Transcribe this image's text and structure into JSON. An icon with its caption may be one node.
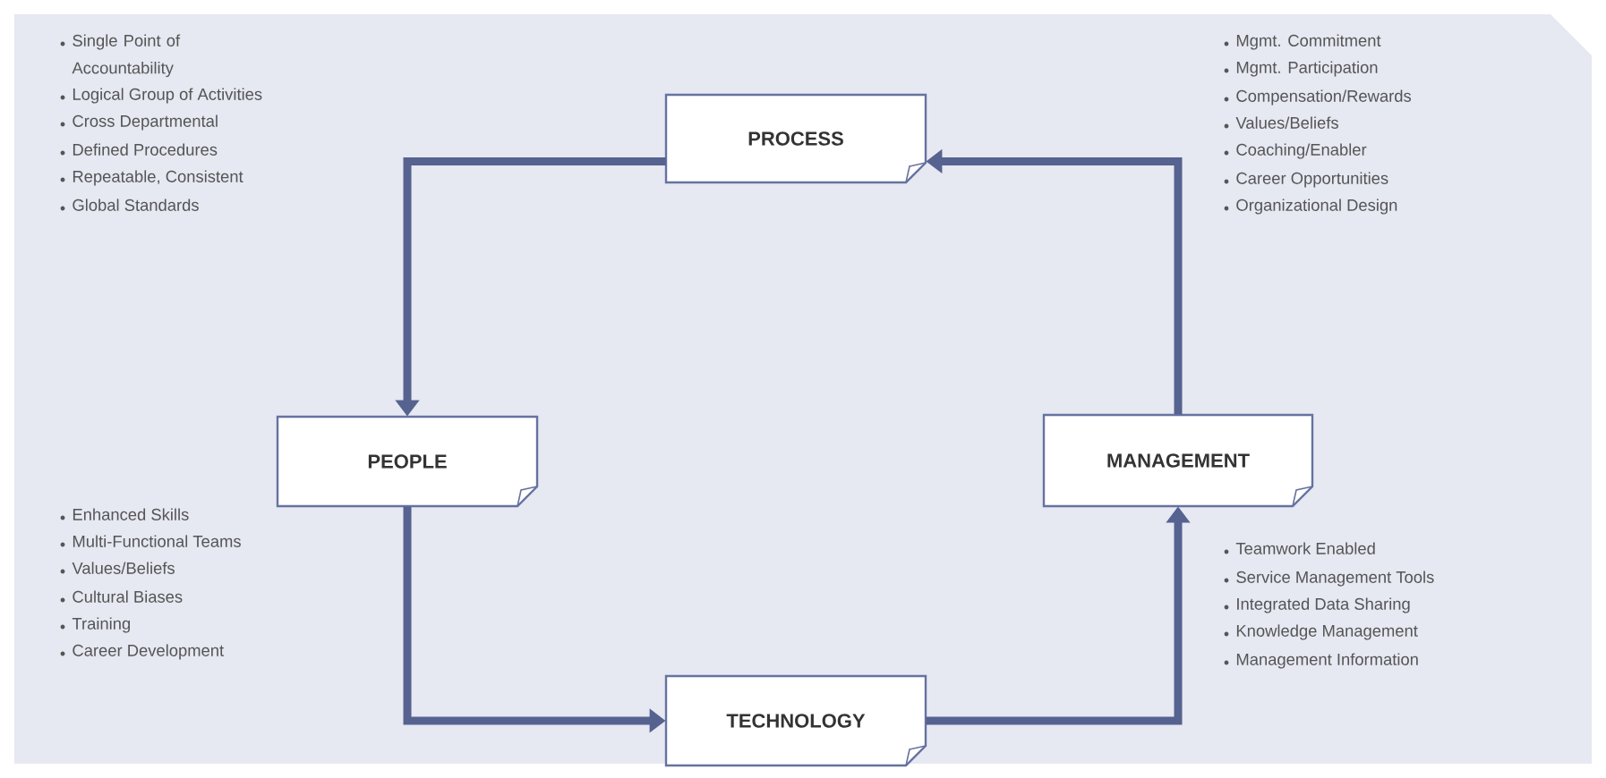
{
  "diagram": {
    "nodes": [
      {
        "text": [
          "PROCESS"
        ]
      },
      {
        "text": [
          "PEOPLE"
        ]
      },
      {
        "text": [
          "MANAGEMENT"
        ]
      },
      {
        "text": [
          "TECHNOLOGY"
        ]
      }
    ],
    "edges": [
      {
        "from": 0,
        "to": 1,
        "arrow": "to"
      },
      {
        "from": 1,
        "to": 3,
        "arrow": "to"
      },
      {
        "from": 3,
        "to": 2,
        "arrow": "to"
      },
      {
        "from": 2,
        "to": 0,
        "arrow": "to"
      }
    ],
    "labels": [
      "Single Point of Accountability",
      "Logical Group of Activities",
      "Cross Departmental",
      "Defined Procedures",
      "Repeatable, Consistent",
      "Global Standards",
      "Mgmt. Commitment",
      "Mgmt. Participation",
      "Compensation/Rewards",
      "Values/Beliefs",
      "Coaching/Enabler",
      "Career Opportunities",
      "Organizational Design",
      "Enhanced Skills",
      "Multi-Functional Teams",
      "Values/Beliefs",
      "Cultural Biases",
      "Training",
      "Career Development",
      "Teamwork Enabled",
      "Service Management Tools",
      "Integrated Data Sharing",
      "Knowledge Management",
      "Management Information"
    ]
  }
}
